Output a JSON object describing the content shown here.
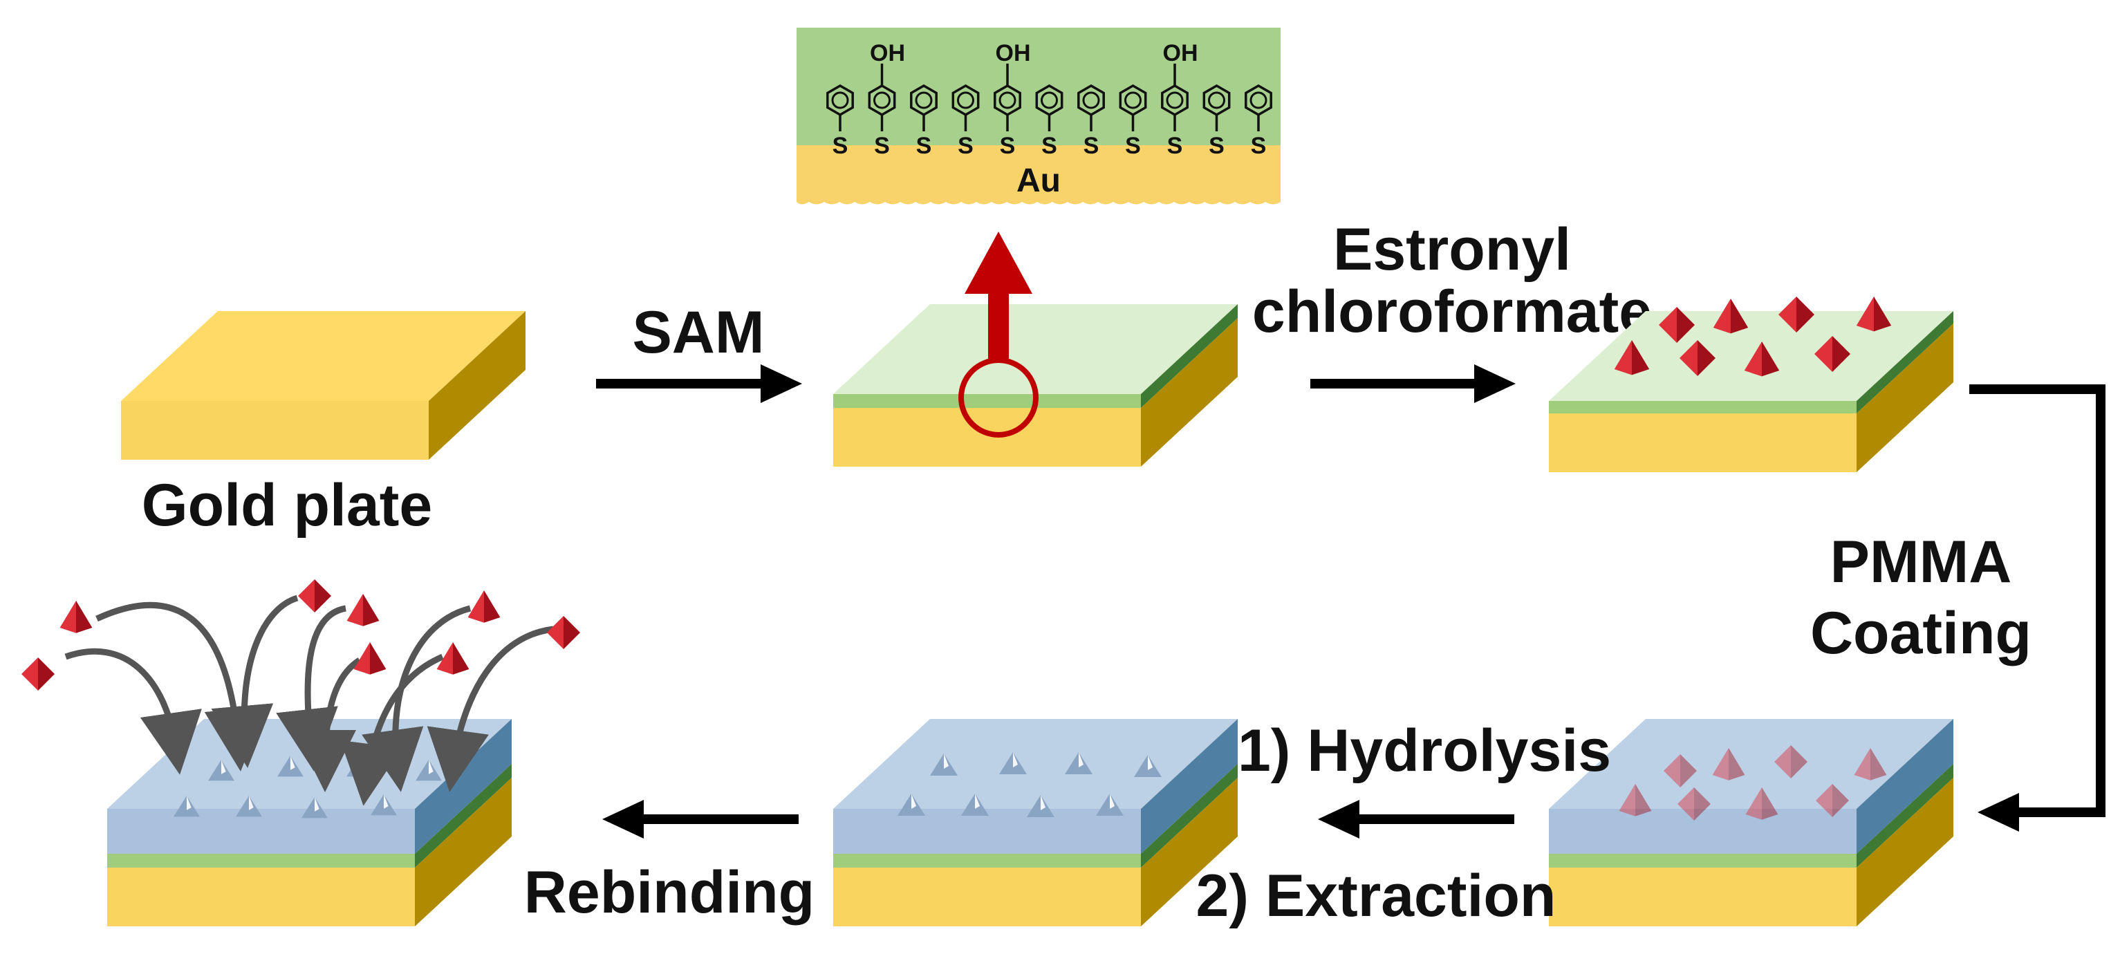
{
  "labels": {
    "gold_plate": "Gold plate",
    "sam": "SAM",
    "estronyl": "Estronyl",
    "chloroformate": "chloroformate",
    "pmma": "PMMA",
    "coating": "Coating",
    "hydrolysis": "1) Hydrolysis",
    "extraction": "2) Extraction",
    "rebinding": "Rebinding"
  },
  "inset": {
    "substrate": "Au",
    "hydroxyl": "OH",
    "sulfur": "S"
  },
  "colors": {
    "gold_top": "#ffd75e",
    "gold_front": "#f9d45e",
    "gold_side": "#b08a00",
    "sam_layer": "#9fcd7c",
    "sam_top": "#dcefd0",
    "sam_side": "#3f7a35",
    "pmma_top": "#bcd0e6",
    "pmma_front": "#a9c1dd",
    "pmma_side": "#4f7fa3",
    "template_red": "#e0303a",
    "template_dark_red": "#a0101a",
    "callout_red": "#c00000",
    "arrow": "#000000",
    "curve_arrow": "#555555"
  }
}
